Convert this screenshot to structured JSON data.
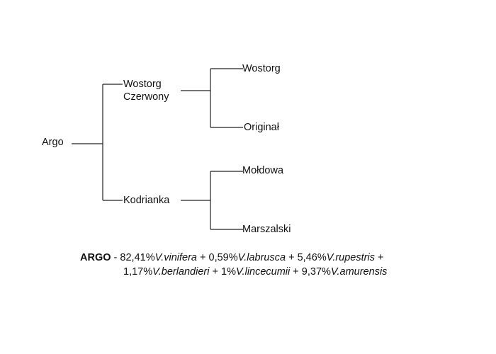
{
  "pedigree": {
    "root": "Argo",
    "parents": [
      "Wostorg Czerwony",
      "Kodrianka"
    ],
    "parent_lines": {
      "wostorg_czerwony": [
        "Wostorg",
        "Czerwony"
      ]
    },
    "grandparents": {
      "wostorg_czerwony": [
        "Wostorg",
        "Originał"
      ],
      "kodrianka": [
        "Mołdowa",
        "Marszalski"
      ]
    }
  },
  "composition": {
    "cultivar": "ARGO",
    "separator": "-",
    "components": [
      {
        "percent": "82,41%",
        "species": "V.vinifera"
      },
      {
        "percent": "0,59%",
        "species": "V.labrusca"
      },
      {
        "percent": "5,46%",
        "species": "V.rupestris"
      },
      {
        "percent": "1,17%",
        "species": "V.berlandieri"
      },
      {
        "percent": "1%",
        "species": "V.lincecumii"
      },
      {
        "percent": "9,37%",
        "species": "V.amurensis"
      }
    ]
  },
  "colors": {
    "text": "#111111",
    "lines": "#222222",
    "background": "#ffffff"
  }
}
